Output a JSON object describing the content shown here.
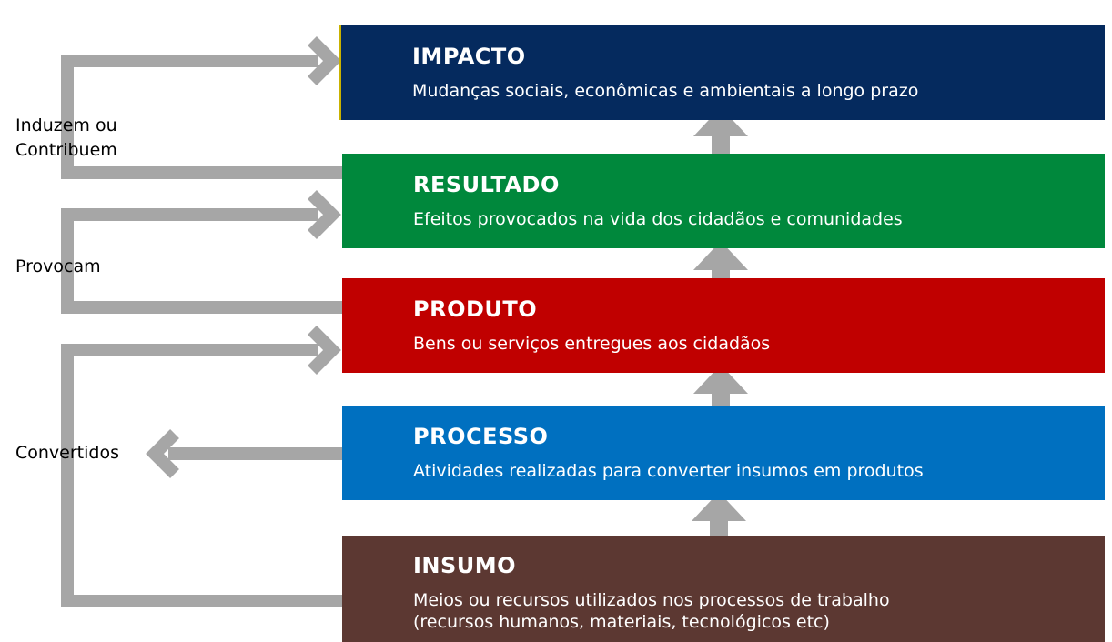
{
  "colors": {
    "connector": "#a6a6a6",
    "impacto": "#052a5e",
    "resultado": "#00883c",
    "produto": "#c00000",
    "processo": "#0070c0",
    "insumo": "#5c3832"
  },
  "levels": [
    {
      "key": "impacto",
      "title": "IMPACTO",
      "description": [
        "Mudanças sociais, econômicas e ambientais a longo prazo"
      ]
    },
    {
      "key": "resultado",
      "title": "RESULTADO",
      "description": [
        "Efeitos provocados na vida dos cidadãos e comunidades"
      ]
    },
    {
      "key": "produto",
      "title": "PRODUTO",
      "description": [
        "Bens ou serviços entregues aos cidadãos"
      ]
    },
    {
      "key": "processo",
      "title": "PROCESSO",
      "description": [
        "Atividades realizadas para converter insumos em produtos"
      ]
    },
    {
      "key": "insumo",
      "title": "INSUMO",
      "description": [
        "Meios ou recursos utilizados nos processos de trabalho",
        "(recursos humanos, materiais, tecnológicos etc)"
      ]
    }
  ],
  "relations": {
    "induzem": [
      "Induzem ou",
      "Contribuem"
    ],
    "provocam": [
      "Provocam"
    ],
    "convertidos": [
      "Convertidos"
    ]
  }
}
